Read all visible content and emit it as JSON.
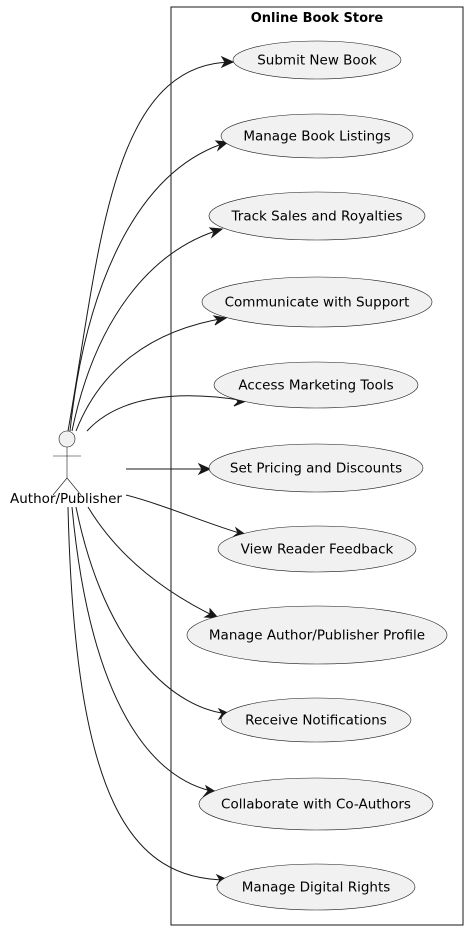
{
  "system": {
    "title": "Online Book Store"
  },
  "actor": {
    "name": "Author/Publisher"
  },
  "use_cases": [
    {
      "id": "submit-new-book",
      "label": "Submit New Book"
    },
    {
      "id": "manage-book-listings",
      "label": "Manage Book Listings"
    },
    {
      "id": "track-sales-and-royalties",
      "label": "Track Sales and Royalties"
    },
    {
      "id": "communicate-with-support",
      "label": "Communicate with Support"
    },
    {
      "id": "access-marketing-tools",
      "label": "Access Marketing Tools"
    },
    {
      "id": "set-pricing-and-discounts",
      "label": "Set Pricing and Discounts"
    },
    {
      "id": "view-reader-feedback",
      "label": "View Reader Feedback"
    },
    {
      "id": "manage-author-publisher-profile",
      "label": "Manage Author/Publisher Profile"
    },
    {
      "id": "receive-notifications",
      "label": "Receive Notifications"
    },
    {
      "id": "collaborate-with-co-authors",
      "label": "Collaborate with Co-Authors"
    },
    {
      "id": "manage-digital-rights",
      "label": "Manage Digital Rights"
    }
  ],
  "colors": {
    "shape_fill": "#f1f1f1",
    "stroke": "#181818",
    "background": "#ffffff"
  }
}
